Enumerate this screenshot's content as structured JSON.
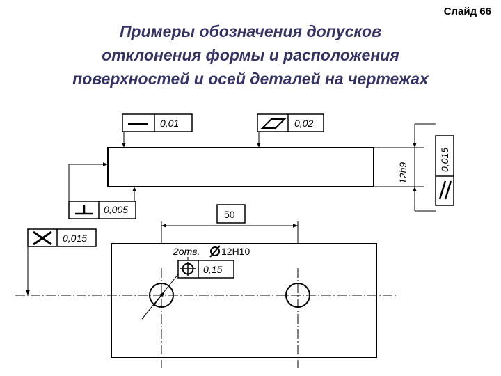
{
  "slide_label": "Слайд 66",
  "title_lines": [
    "Примеры обозначения допусков",
    "отклонения формы и расположения",
    "поверхностей и осей деталей на чертежах"
  ],
  "annotations": {
    "straightness_tol": "0,01",
    "flatness_tol": "0,02",
    "perpendicularity_tol": "0,005",
    "crossing_axes_tol": "0,015",
    "parallelism_tol": "0,015",
    "height_dim": "12h9",
    "distance_dim": "50",
    "holes_prefix": "2отв.",
    "holes_size": "12Н10",
    "position_tol": "0,15"
  }
}
